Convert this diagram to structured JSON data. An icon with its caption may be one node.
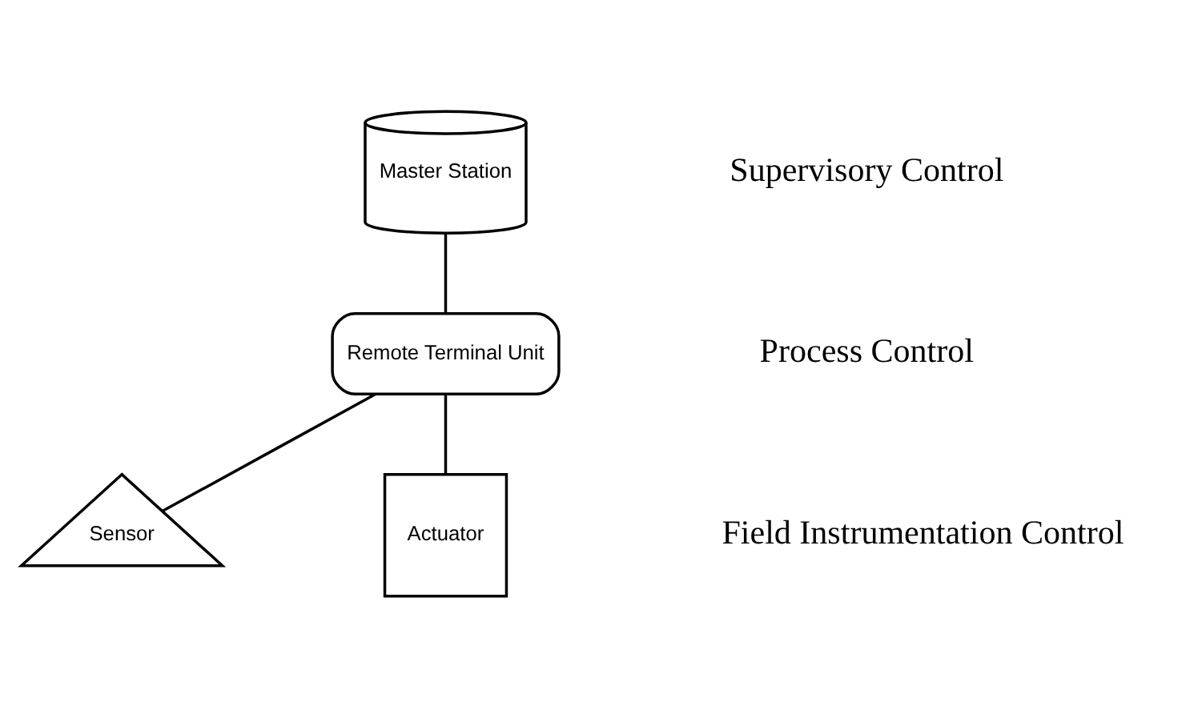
{
  "diagram": {
    "nodes": [
      {
        "text": [
          "Master Station"
        ]
      },
      {
        "text": [
          "Remote Terminal Unit"
        ]
      },
      {
        "text": [
          "Sensor"
        ]
      },
      {
        "text": [
          "Actuator"
        ]
      }
    ],
    "edges": [
      {
        "from": 0,
        "to": 1,
        "arrow": "none"
      },
      {
        "from": 1,
        "to": 2,
        "arrow": "none"
      },
      {
        "from": 1,
        "to": 3,
        "arrow": "none"
      }
    ],
    "labels": [
      "Supervisory Control",
      "Process Control",
      "Field Instrumentation Control"
    ]
  }
}
